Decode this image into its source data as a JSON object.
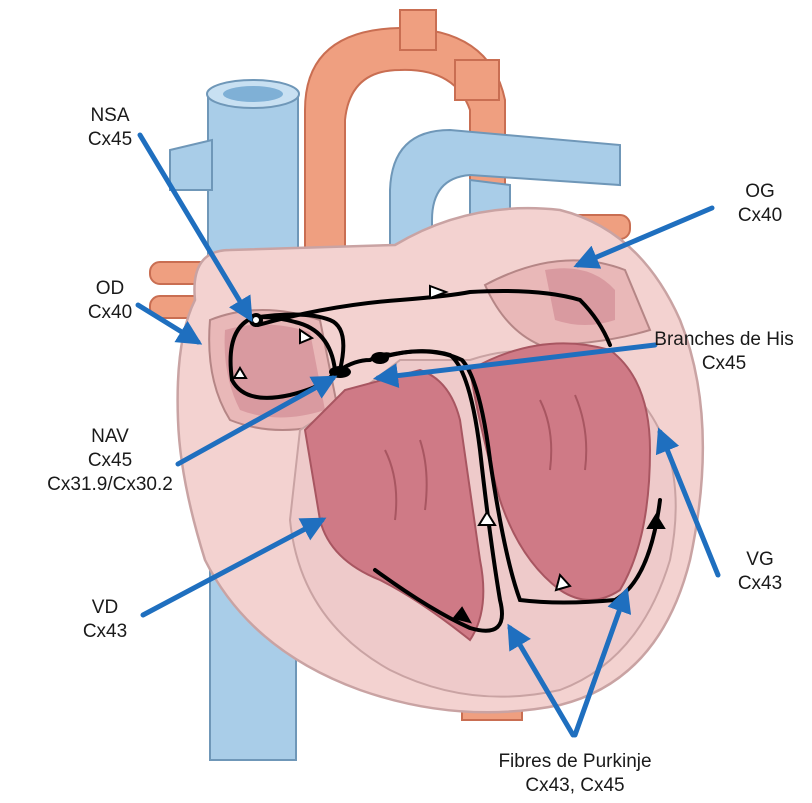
{
  "colors": {
    "arrow": "#1f6fbf",
    "vessel_blue": "#a9cde8",
    "aorta_orange": "#ef9f80",
    "heart_outer": "#f3d2d0",
    "myocardium": "#e9b8b8",
    "chamber": "#cf7a86",
    "conduction_path": "#000000"
  },
  "labels": {
    "nsa": {
      "name": "NSA",
      "connexin": "Cx45"
    },
    "od": {
      "name": "OD",
      "connexin": "Cx40"
    },
    "nav": {
      "name": "NAV",
      "connexin": "Cx45",
      "connexin2": "Cx31.9/Cx30.2"
    },
    "vd": {
      "name": "VD",
      "connexin": "Cx43"
    },
    "og": {
      "name": "OG",
      "connexin": "Cx40"
    },
    "his": {
      "name": "Branches de His",
      "connexin": "Cx45"
    },
    "vg": {
      "name": "VG",
      "connexin": "Cx43"
    },
    "purkinje": {
      "name": "Fibres de Purkinje",
      "connexin": "Cx43, Cx45"
    }
  }
}
